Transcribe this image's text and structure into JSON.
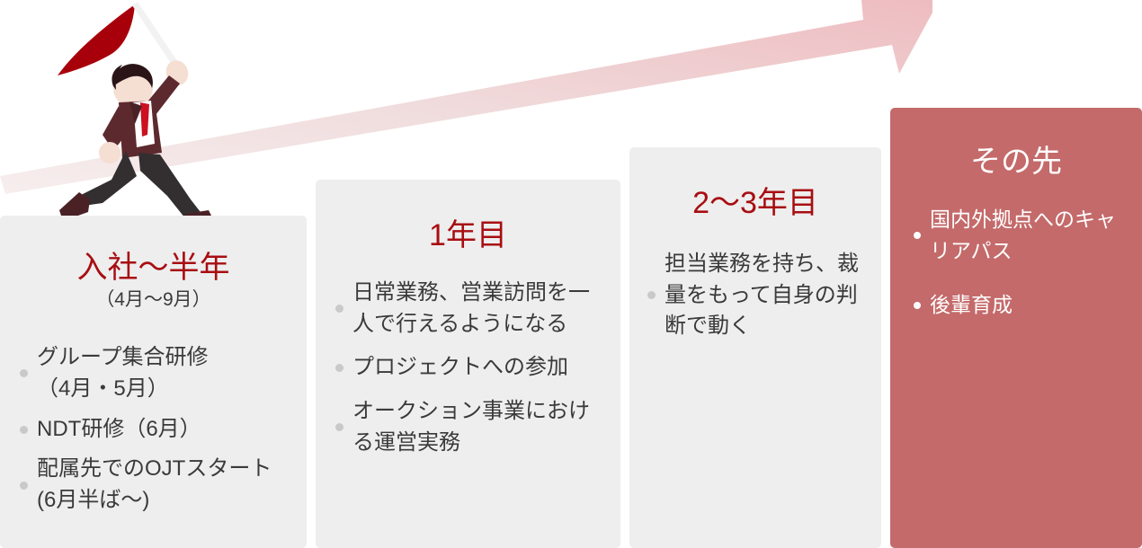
{
  "theme": {
    "accent_red": "#a80e12",
    "card_bg": "#eeeeee",
    "card_accent_bg": "#c46a6a",
    "text": "#3a3a3a",
    "bullet": "#c9c9c9",
    "arrow_light": "#f4e4e4",
    "arrow_dark": "#eebcc0",
    "flag_red": "#a8000a",
    "suit_dark": "#4a2226",
    "tie_red": "#cc1122",
    "skin": "#f5ded2",
    "hair": "#2b1417",
    "trousers": "#332f31",
    "shoe": "#4a2226"
  },
  "illustration": {
    "runner_icon": "running-person-with-flag-icon",
    "flag_icon": "pennant-flag-icon",
    "arrow_icon": "rising-arrow-icon"
  },
  "cards": [
    {
      "id": "card-1",
      "title": "入社〜半年",
      "subtitle": "（4月〜9月）",
      "bullets": [
        "グループ集合研修\n（4月・5月）",
        "NDT研修（6月）",
        "配属先でのOJTスタート\n(6月半ば〜)"
      ]
    },
    {
      "id": "card-2",
      "title": "1年目",
      "subtitle": "",
      "bullets": [
        "日常業務、営業訪問を一人で行えるようになる",
        "プロジェクトへの参加",
        "オークション事業における運営実務"
      ]
    },
    {
      "id": "card-3",
      "title": "2〜3年目",
      "subtitle": "",
      "bullets": [
        "担当業務を持ち、裁量をもって自身の判断で動く"
      ]
    },
    {
      "id": "card-4",
      "title": "その先",
      "subtitle": "",
      "bullets": [
        "国内外拠点へのキャリアパス",
        "後輩育成"
      ]
    }
  ]
}
